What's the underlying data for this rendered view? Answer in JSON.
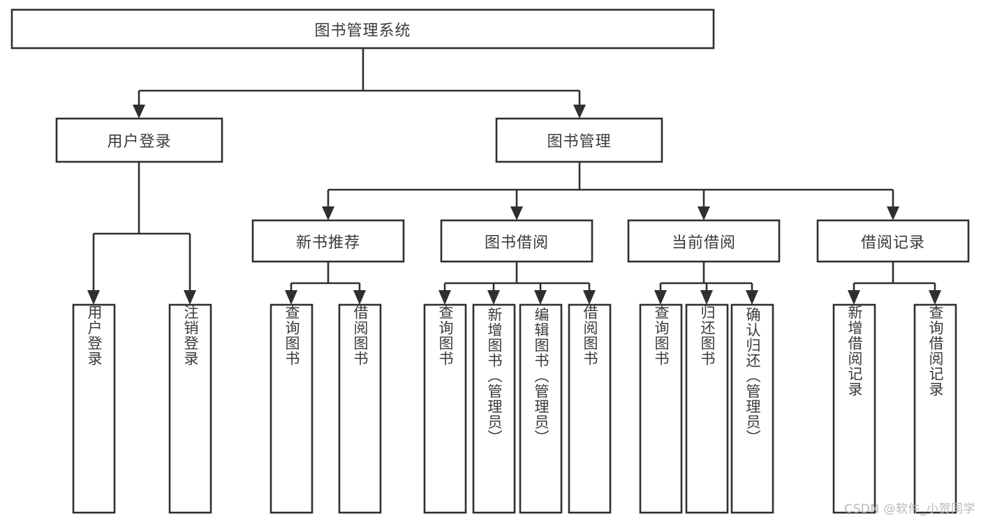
{
  "diagram": {
    "title": "图书管理系统",
    "type": "hierarchy-tree",
    "orientation": "top-down",
    "levels": 4,
    "colors": {
      "box_stroke": "#2f2f2f",
      "box_fill": "#ffffff",
      "text": "#3a3a3a",
      "background": "#ffffff",
      "watermark": "#b8b8b8"
    },
    "root": {
      "label": "图书管理系统"
    },
    "level2": [
      {
        "label": "用户登录"
      },
      {
        "label": "图书管理"
      }
    ],
    "level3": [
      {
        "label": "新书推荐"
      },
      {
        "label": "图书借阅"
      },
      {
        "label": "当前借阅"
      },
      {
        "label": "借阅记录"
      }
    ],
    "leaves_user_login": [
      {
        "label": "用户登录"
      },
      {
        "label": "注销登录"
      }
    ],
    "leaves_new_book": [
      {
        "label": "查询图书"
      },
      {
        "label": "借阅图书"
      }
    ],
    "leaves_borrow": [
      {
        "label": "查询图书"
      },
      {
        "label": "新增图书（管理员）"
      },
      {
        "label": "编辑图书（管理员）"
      },
      {
        "label": "借阅图书"
      }
    ],
    "leaves_current": [
      {
        "label": "查询图书"
      },
      {
        "label": "归还图书"
      },
      {
        "label": "确认归还（管理员）"
      }
    ],
    "leaves_record": [
      {
        "label": "新增借阅记录"
      },
      {
        "label": "查询借阅记录"
      }
    ]
  },
  "watermark": {
    "text": "CSDN @软件_小贺同学"
  }
}
